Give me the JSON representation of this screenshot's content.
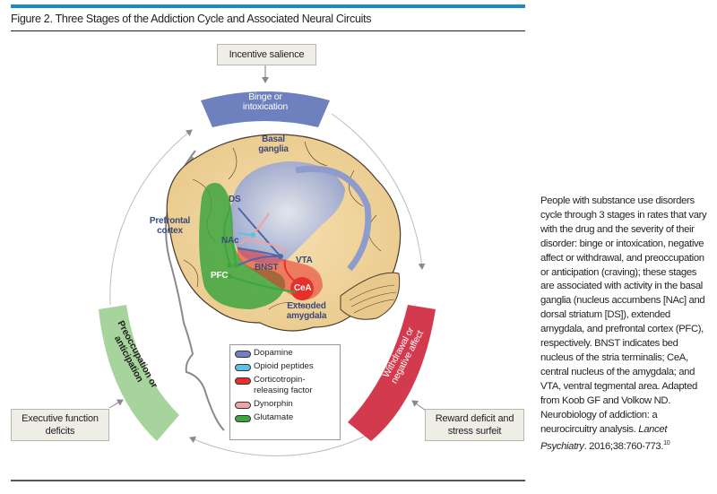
{
  "figure": {
    "title": "Figure 2. Three Stages of the Addiction Cycle and Associated Neural Circuits",
    "accent_color": "#1c8ac9"
  },
  "stages": {
    "binge": {
      "line1": "Binge or",
      "line2": "intoxication",
      "color": "#6e80bd"
    },
    "withdrawal": {
      "line1": "Withdrawal or",
      "line2": "negative affect",
      "color": "#d43a4e"
    },
    "preoccupation": {
      "line1": "Preoccupation or",
      "line2": "anticipation",
      "color": "#a7d49c"
    }
  },
  "boxes": {
    "incentive": "Incentive salience",
    "reward_line1": "Reward deficit and",
    "reward_line2": "stress surfeit",
    "executive_line1": "Executive function",
    "executive_line2": "deficits"
  },
  "brain_labels": {
    "basal_line1": "Basal",
    "basal_line2": "ganglia",
    "prefrontal_line1": "Prefrontal",
    "prefrontal_line2": "cortex",
    "ds": "DS",
    "nac": "NAc",
    "pfc": "PFC",
    "bnst": "BNST",
    "vta": "VTA",
    "cea": "CeA",
    "extended_line1": "Extended",
    "extended_line2": "amygdala"
  },
  "legend": [
    {
      "label": "Dopamine",
      "color": "#6e80bd"
    },
    {
      "label": "Opioid peptides",
      "color": "#5bc3e0"
    },
    {
      "label": "Corticotropin-releasing factor",
      "color": "#e8302a"
    },
    {
      "label": "Dynorphin",
      "color": "#f0a3a0"
    },
    {
      "label": "Glutamate",
      "color": "#3ea63e"
    }
  ],
  "caption": {
    "text": "People with substance use disorders cycle through 3 stages in rates that vary with the drug and the severity of their disorder: binge or intoxication, negative affect or withdrawal, and preoccupation or anticipation (craving); these stages are associated with activity in the basal ganglia (nucleus accumbens [NAc] and dorsal striatum [DS]), extended amygdala, and prefrontal cortex (PFC), respectively. BNST indicates bed nucleus of the stria terminalis; CeA, central nucleus of the amygdala; and VTA, ventral tegmental area. Adapted from Koob GF and Volkow ND. Neurobiology of addiction: a neurocircuitry analysis. ",
    "journal": "Lancet Psychiatry",
    "citation": ". 2016;38:760-773.",
    "ref": "10"
  }
}
